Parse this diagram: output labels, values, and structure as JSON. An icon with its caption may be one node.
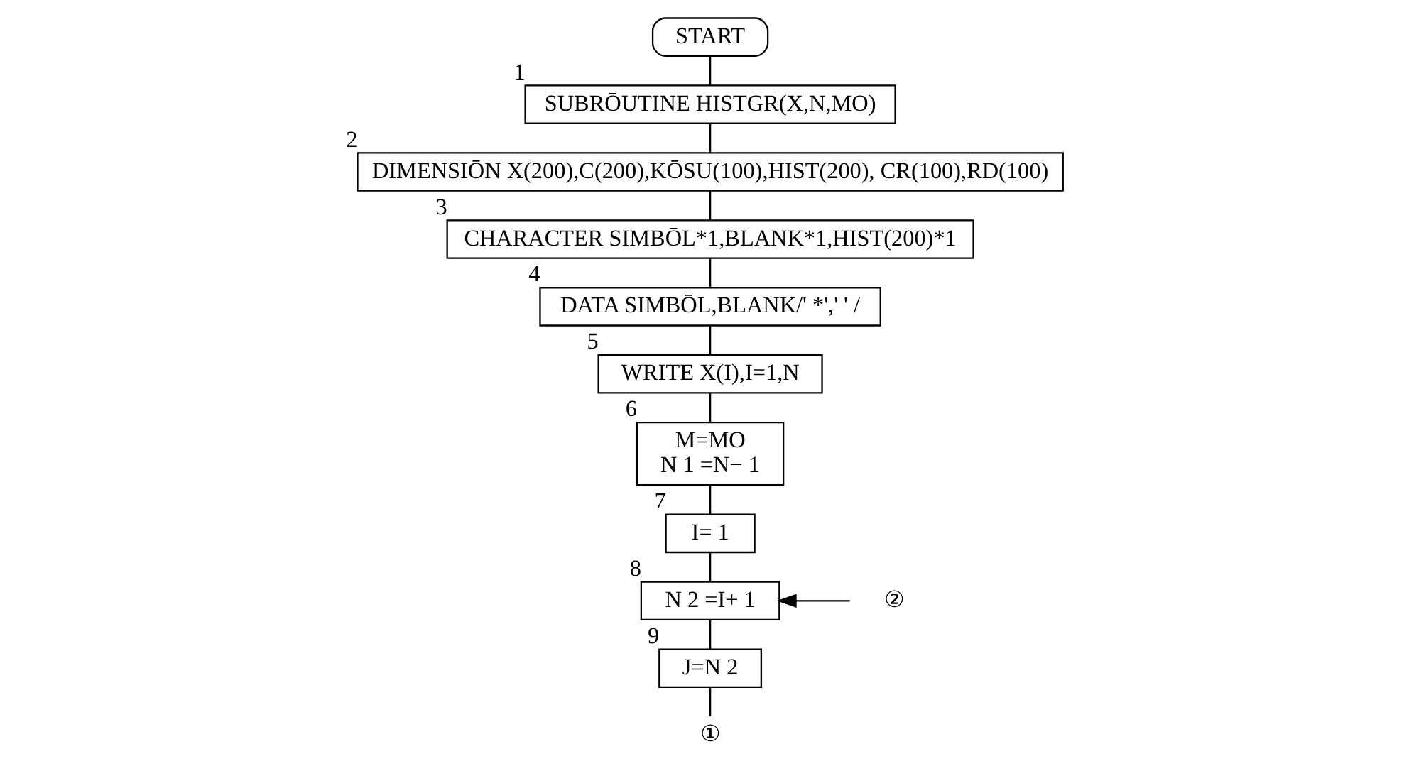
{
  "diagram": {
    "nodes": [
      {
        "text": [
          "START"
        ]
      },
      {
        "text": [
          "SUBRŌUTINE HISTGR(X,N,MO)"
        ],
        "beside": [
          "1"
        ]
      },
      {
        "text": [
          "DIMENSIŌN X(200),C(200),KŌSU(100),HIST(200), CR(100),RD(100)"
        ],
        "beside": [
          "2"
        ]
      },
      {
        "text": [
          "CHARACTER SIMBŌL*1,BLANK*1,HIST(200)*1"
        ],
        "beside": [
          "3"
        ]
      },
      {
        "text": [
          "DATA SIMBŌL,BLANK/' *',' ' /"
        ],
        "beside": [
          "4"
        ]
      },
      {
        "text": [
          "WRITE X(I),I=1,N"
        ],
        "beside": [
          "5"
        ]
      },
      {
        "text": [
          "M=MO",
          "N 1 =N− 1"
        ],
        "beside": [
          "6"
        ]
      },
      {
        "text": [
          "I= 1"
        ],
        "beside": [
          "7"
        ]
      },
      {
        "text": [
          "N 2 =I+ 1"
        ],
        "beside": [
          "8"
        ]
      },
      {
        "text": [
          "J=N 2"
        ],
        "beside": [
          "9"
        ]
      },
      {
        "text": [
          "①"
        ]
      },
      {
        "text": [
          "②"
        ]
      }
    ],
    "edges": [
      {
        "from": 0,
        "to": 1,
        "arrow": "none"
      },
      {
        "from": 1,
        "to": 2,
        "arrow": "none"
      },
      {
        "from": 2,
        "to": 3,
        "arrow": "none"
      },
      {
        "from": 3,
        "to": 4,
        "arrow": "none"
      },
      {
        "from": 4,
        "to": 5,
        "arrow": "none"
      },
      {
        "from": 5,
        "to": 6,
        "arrow": "none"
      },
      {
        "from": 6,
        "to": 7,
        "arrow": "none"
      },
      {
        "from": 7,
        "to": 8,
        "arrow": "none"
      },
      {
        "from": 8,
        "to": 9,
        "arrow": "none"
      },
      {
        "from": 9,
        "to": 10,
        "arrow": "none"
      },
      {
        "from": 11,
        "to": 8,
        "arrow": "to"
      }
    ]
  }
}
